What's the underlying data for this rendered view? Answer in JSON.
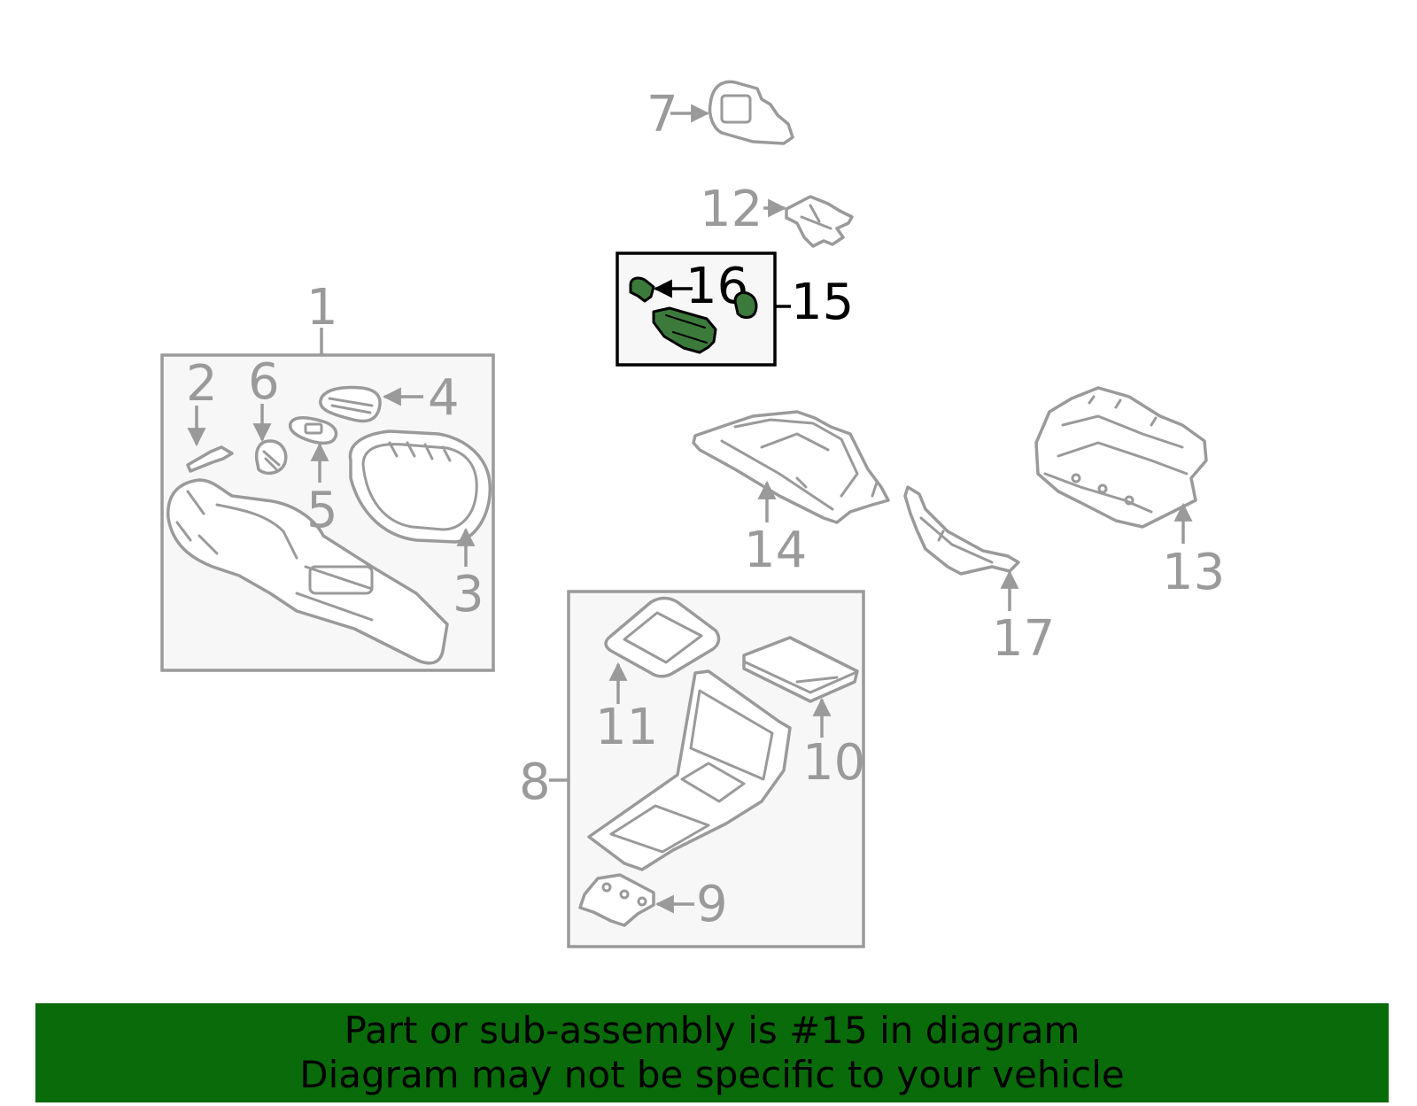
{
  "diagram": {
    "callouts": {
      "c1": "1",
      "c2": "2",
      "c3": "3",
      "c4": "4",
      "c5": "5",
      "c6": "6",
      "c7": "7",
      "c8": "8",
      "c9": "9",
      "c10": "10",
      "c11": "11",
      "c12": "12",
      "c13": "13",
      "c14": "14",
      "c15": "15",
      "c16": "16",
      "c17": "17"
    },
    "highlighted_part": "15",
    "highlight_color": "#3c7a3c",
    "line_color": "#9a9a9a"
  },
  "banner": {
    "line1": "Part or sub-assembly is #15 in diagram",
    "line2": "Diagram may not be specific to your vehicle",
    "background": "#0a6b0a"
  }
}
